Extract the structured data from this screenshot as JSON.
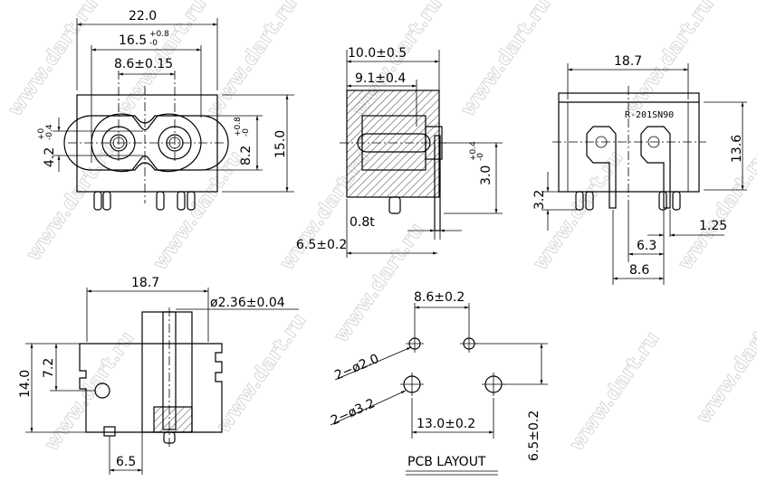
{
  "watermark": "www.dart.ru",
  "front_view": {
    "width": "22.0",
    "pin_span": {
      "base": "16.5",
      "upper": "+0.8",
      "lower": "-0"
    },
    "hole_pitch": "8.6±0.15",
    "height": "15.0",
    "profile_height": {
      "base": "8.2",
      "upper": "+0.8",
      "lower": "-0"
    },
    "neck_height": {
      "base": "4.2",
      "upper": "+0",
      "lower": "-0.4"
    }
  },
  "side_view": {
    "depth": "10.0±0.5",
    "inner_depth": "9.1±0.4",
    "pin_offset": {
      "base": "3.0",
      "upper": "+0.4",
      "lower": "-0"
    },
    "thickness": "0.8t",
    "pin_pos": "6.5±0.2"
  },
  "rear_view": {
    "width": "18.7",
    "part_number": "R-201SN90",
    "height": "13.6",
    "pin_length": "3.2",
    "pin_width": "1.25",
    "pin_dist_a": "6.3",
    "pin_dist_b": "8.6"
  },
  "bottom_view": {
    "width": "18.7",
    "pin_diameter": "ø2.36±0.04",
    "height": "14.0",
    "half_height": "7.2",
    "offset": "6.5"
  },
  "pcb_layout": {
    "title": "PCB LAYOUT",
    "pitch_small": "8.6±0.2",
    "small_holes": "2−ø2.0",
    "large_holes": "2−ø3.2",
    "pitch_large": "13.0±0.2",
    "row_offset": "6.5±0.2"
  }
}
